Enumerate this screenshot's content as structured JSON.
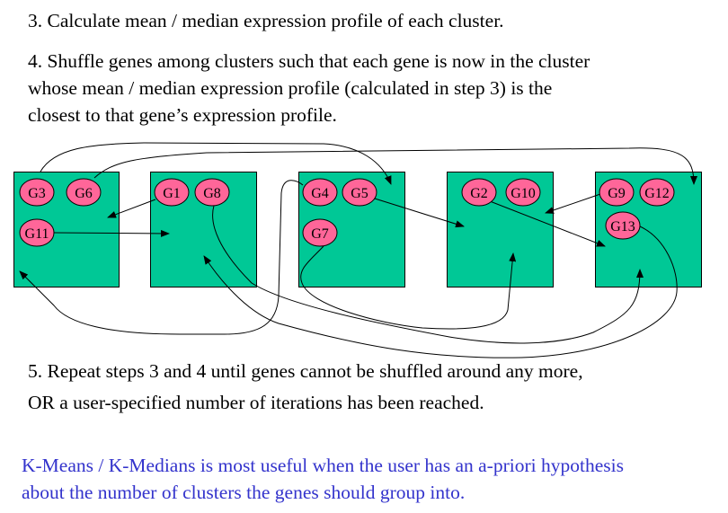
{
  "steps": {
    "step3": "3. Calculate mean / median expression profile of each cluster.",
    "step4": [
      "4. Shuffle genes among clusters such that each gene is now in the cluster",
      "whose mean / median expression profile (calculated in step 3) is the",
      "closest to that gene’s expression profile."
    ],
    "step5": [
      "5. Repeat steps 3 and 4 until genes cannot be shuffled around any more,",
      "OR a user-specified number of iterations has been reached."
    ]
  },
  "note": [
    "K-Means / K-Medians is most useful when the user has an a-priori hypothesis",
    "about the number of clusters the genes should group into."
  ],
  "colors": {
    "cluster": "#00c896",
    "gene": "#ff6699",
    "note": "#3333cc"
  },
  "clusters": [
    {
      "genes": [
        "G3",
        "G6",
        "G11"
      ]
    },
    {
      "genes": [
        "G1",
        "G8"
      ]
    },
    {
      "genes": [
        "G4",
        "G5",
        "G7"
      ]
    },
    {
      "genes": [
        "G2",
        "G10"
      ]
    },
    {
      "genes": [
        "G9",
        "G12",
        "G13"
      ]
    }
  ]
}
